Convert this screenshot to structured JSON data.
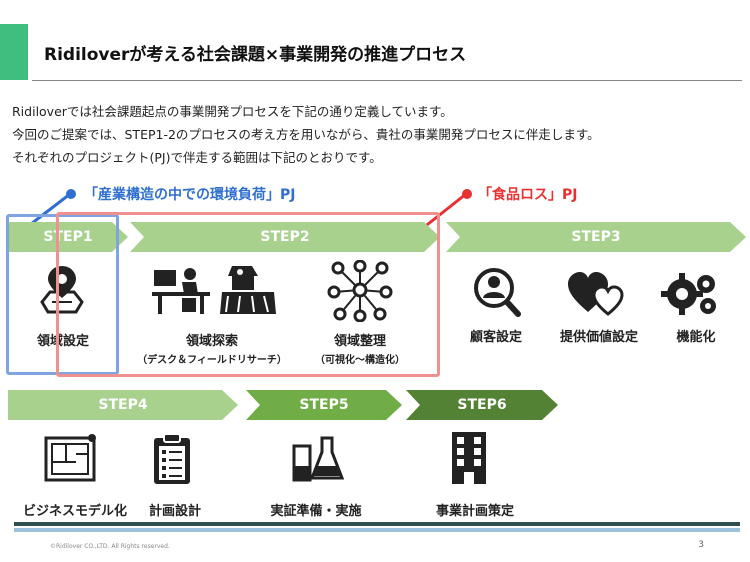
{
  "header": {
    "title": "Ridiloverが考える社会課題×事業開発の推進プロセス"
  },
  "intro": {
    "line1": "Ridiloverでは社会課題起点の事業開発プロセスを下記の通り定義しています。",
    "line2": "今回のご提案では、STEP1-2のプロセスの考え方を用いながら、貴社の事業開発プロセスに伴走します。",
    "line3": "それぞれのプロジェクト(PJ)で伴走する範囲は下記のとおりです。"
  },
  "projects": {
    "blue_label": "「産業構造の中での環境負荷」PJ",
    "red_label": "「食品ロス」PJ",
    "blue_color": "#2f6fd0",
    "red_color": "#e83030"
  },
  "steps": {
    "step1": "STEP1",
    "step2": "STEP2",
    "step3": "STEP3",
    "step4": "STEP4",
    "step5": "STEP5",
    "step6": "STEP6"
  },
  "items": {
    "domain_setting": "領域設定",
    "domain_research": "領域探索",
    "domain_research_sub": "（デスク＆フィールドリサーチ）",
    "domain_organize": "領域整理",
    "domain_organize_sub": "（可視化～構造化）",
    "customer_setting": "顧客設定",
    "value_setting": "提供価値設定",
    "function": "機能化",
    "business_model": "ビジネスモデル化",
    "plan_design": "計画設計",
    "validation_prep": "実証準備・実施",
    "business_plan": "事業計画策定"
  },
  "icons": [
    "map-pin-icon",
    "desk-research-icon",
    "field-research-icon",
    "network-icon",
    "customer-search-icon",
    "hearts-icon",
    "gears-icon",
    "blueprint-icon",
    "clipboard-icon",
    "lab-flask-icon",
    "office-building-icon"
  ],
  "footer": {
    "copyright": "©Ridilover CO.,LTD. All Rights reserved.",
    "page": "3"
  }
}
